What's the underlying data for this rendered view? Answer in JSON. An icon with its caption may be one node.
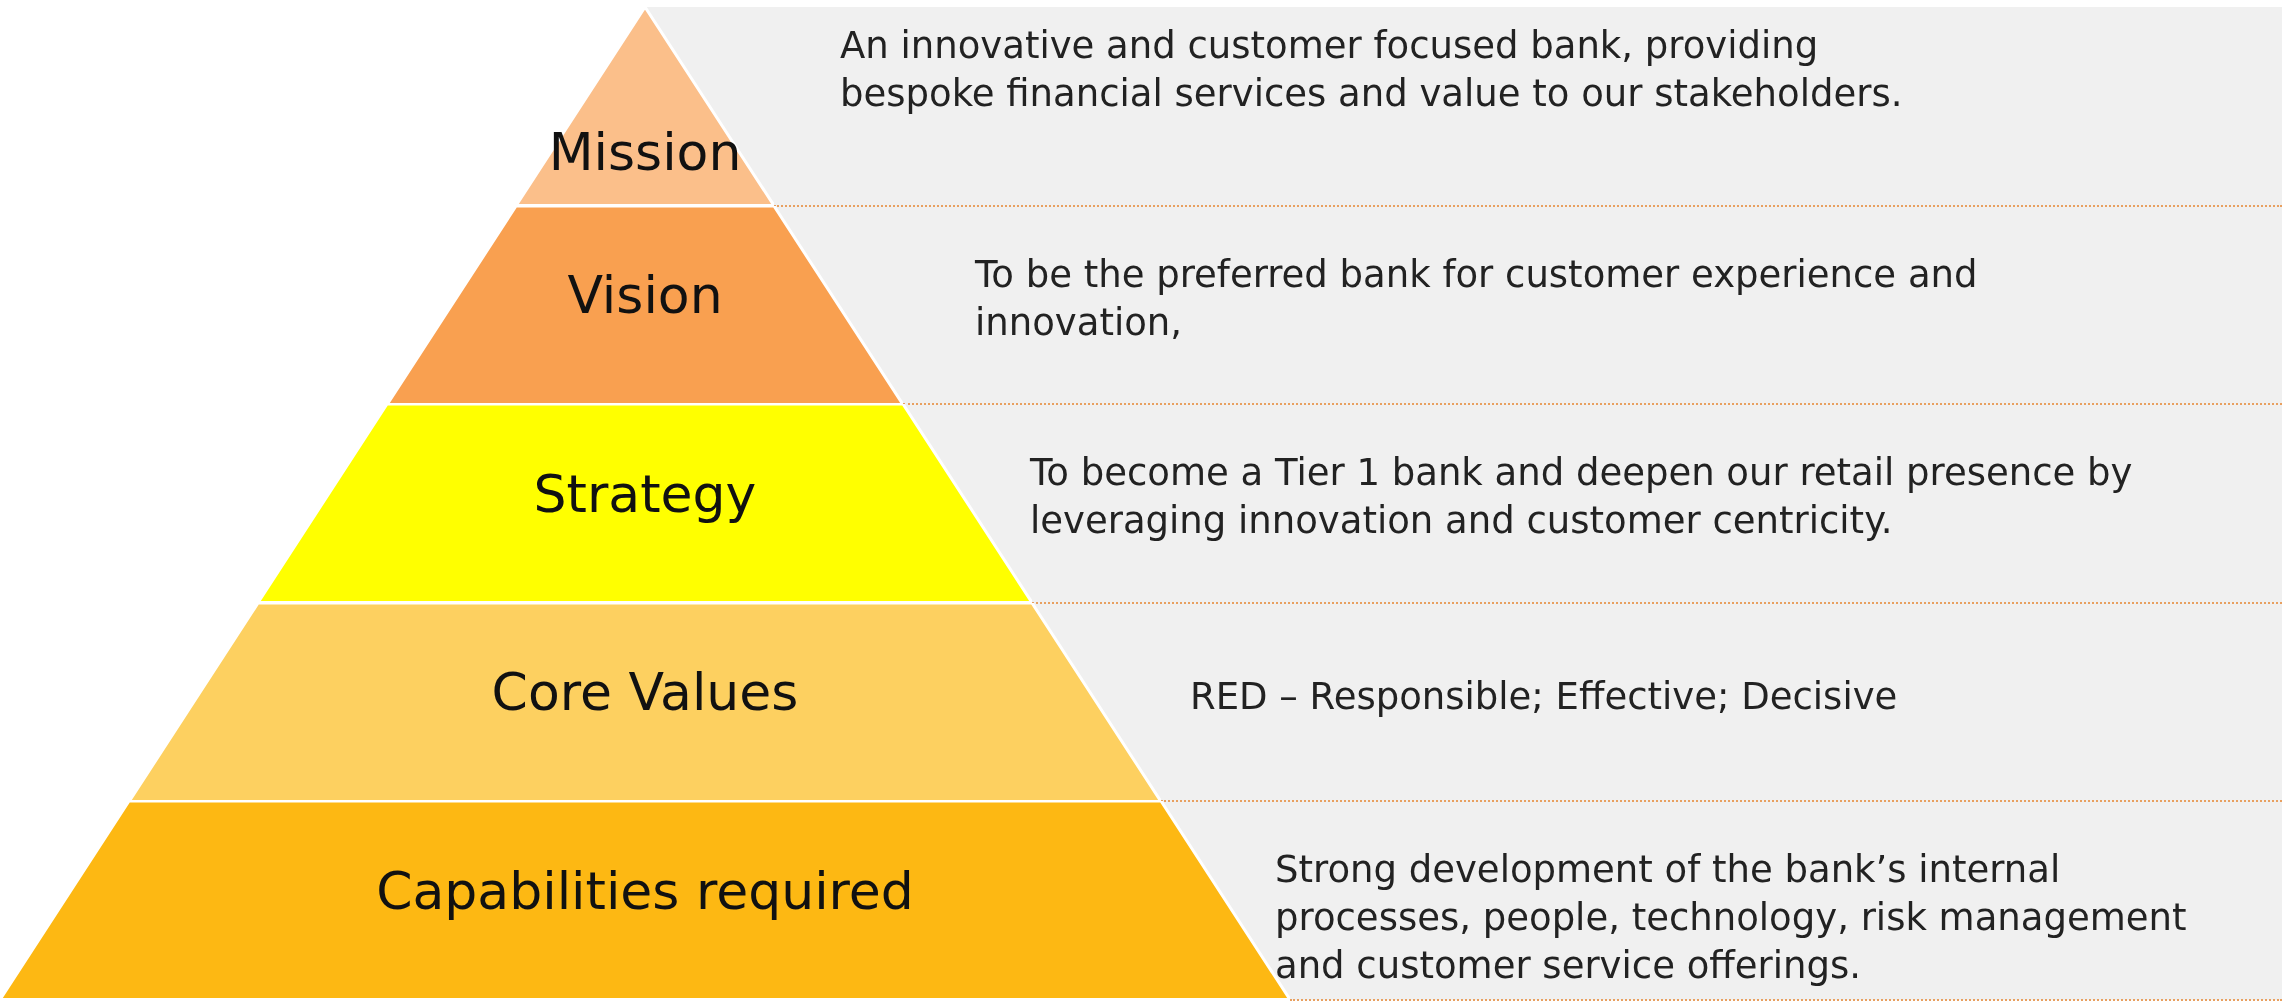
{
  "diagram": {
    "nodes": [
      {
        "text": [
          "Mission"
        ],
        "beside": [
          "An innovative and customer focused bank, providing bespoke financial services and value to our stakeholders."
        ]
      },
      {
        "text": [
          "Vision"
        ],
        "beside": [
          "To be the preferred bank for customer experience and innovation,"
        ]
      },
      {
        "text": [
          "Strategy"
        ],
        "beside": [
          "To become a Tier 1 bank and deepen our retail presence by leveraging innovation and customer centricity."
        ]
      },
      {
        "text": [
          "Core Values"
        ],
        "beside": [
          "RED – Responsible; Effective; Decisive"
        ]
      },
      {
        "text": [
          "Capabilities required"
        ],
        "beside": [
          "Strong development of the bank’s internal processes, people, technology, risk management and customer service offerings."
        ]
      }
    ]
  }
}
